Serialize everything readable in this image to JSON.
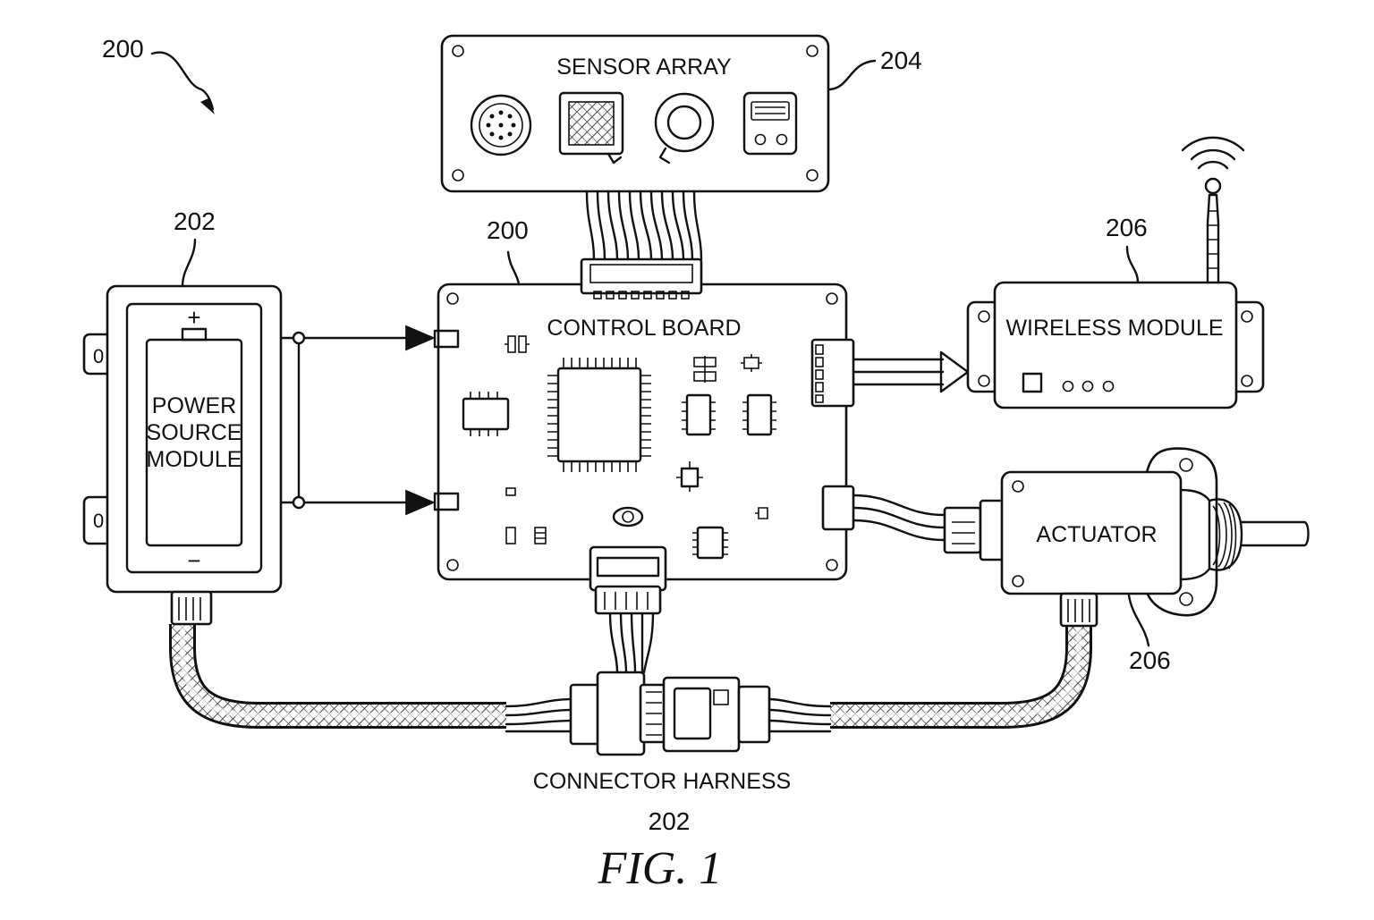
{
  "figure": {
    "caption": "FIG. 1",
    "overall_ref": "200"
  },
  "sensor_array": {
    "label": "SENSOR ARRAY",
    "ref": "204"
  },
  "control_board": {
    "label": "CONTROL BOARD",
    "ref": "200"
  },
  "power_source": {
    "label_lines": [
      "POWER",
      "SOURCE",
      "MODULE"
    ],
    "ref": "202",
    "plus_sign": "+",
    "minus_sign": "−",
    "mount_mark": "0"
  },
  "wireless_module": {
    "label": "WIRELESS MODULE",
    "ref": "206"
  },
  "actuator": {
    "label": "ACTUATOR",
    "ref": "206"
  },
  "connector_harness": {
    "label": "CONNECTOR HARNESS",
    "ref": "202"
  },
  "colors": {
    "line": "#111111",
    "background": "#ffffff",
    "braid_fill": "#d0d0d0"
  }
}
